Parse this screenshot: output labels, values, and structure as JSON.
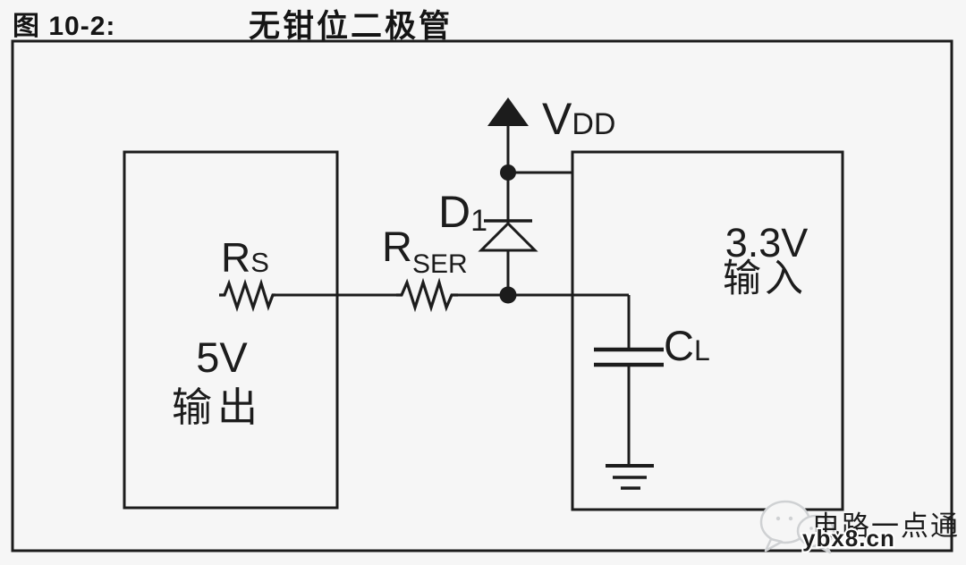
{
  "title": {
    "figure_label": "图 10-2:",
    "caption": "无钳位二极管"
  },
  "schematic": {
    "source_box": {
      "line1": "5V",
      "line2": "输出"
    },
    "load_box": {
      "line1": "3.3V",
      "line2": "输入"
    },
    "power_rail": {
      "main": "V",
      "sub": "DD"
    },
    "resistor_rs": {
      "main": "R",
      "sub": "S"
    },
    "resistor_rser": {
      "main": "R",
      "sub": "SER"
    },
    "diode_d1": {
      "main": "D",
      "sub": "1"
    },
    "capacitor_cl": {
      "main": "C",
      "sub": "L"
    }
  },
  "watermark": {
    "brand": "电路一点通",
    "site": "ybx8.cn"
  },
  "colors": {
    "ink": "#1c1c1c",
    "background": "#f6f6f6",
    "watermark_gray": "#c9cbcd"
  }
}
